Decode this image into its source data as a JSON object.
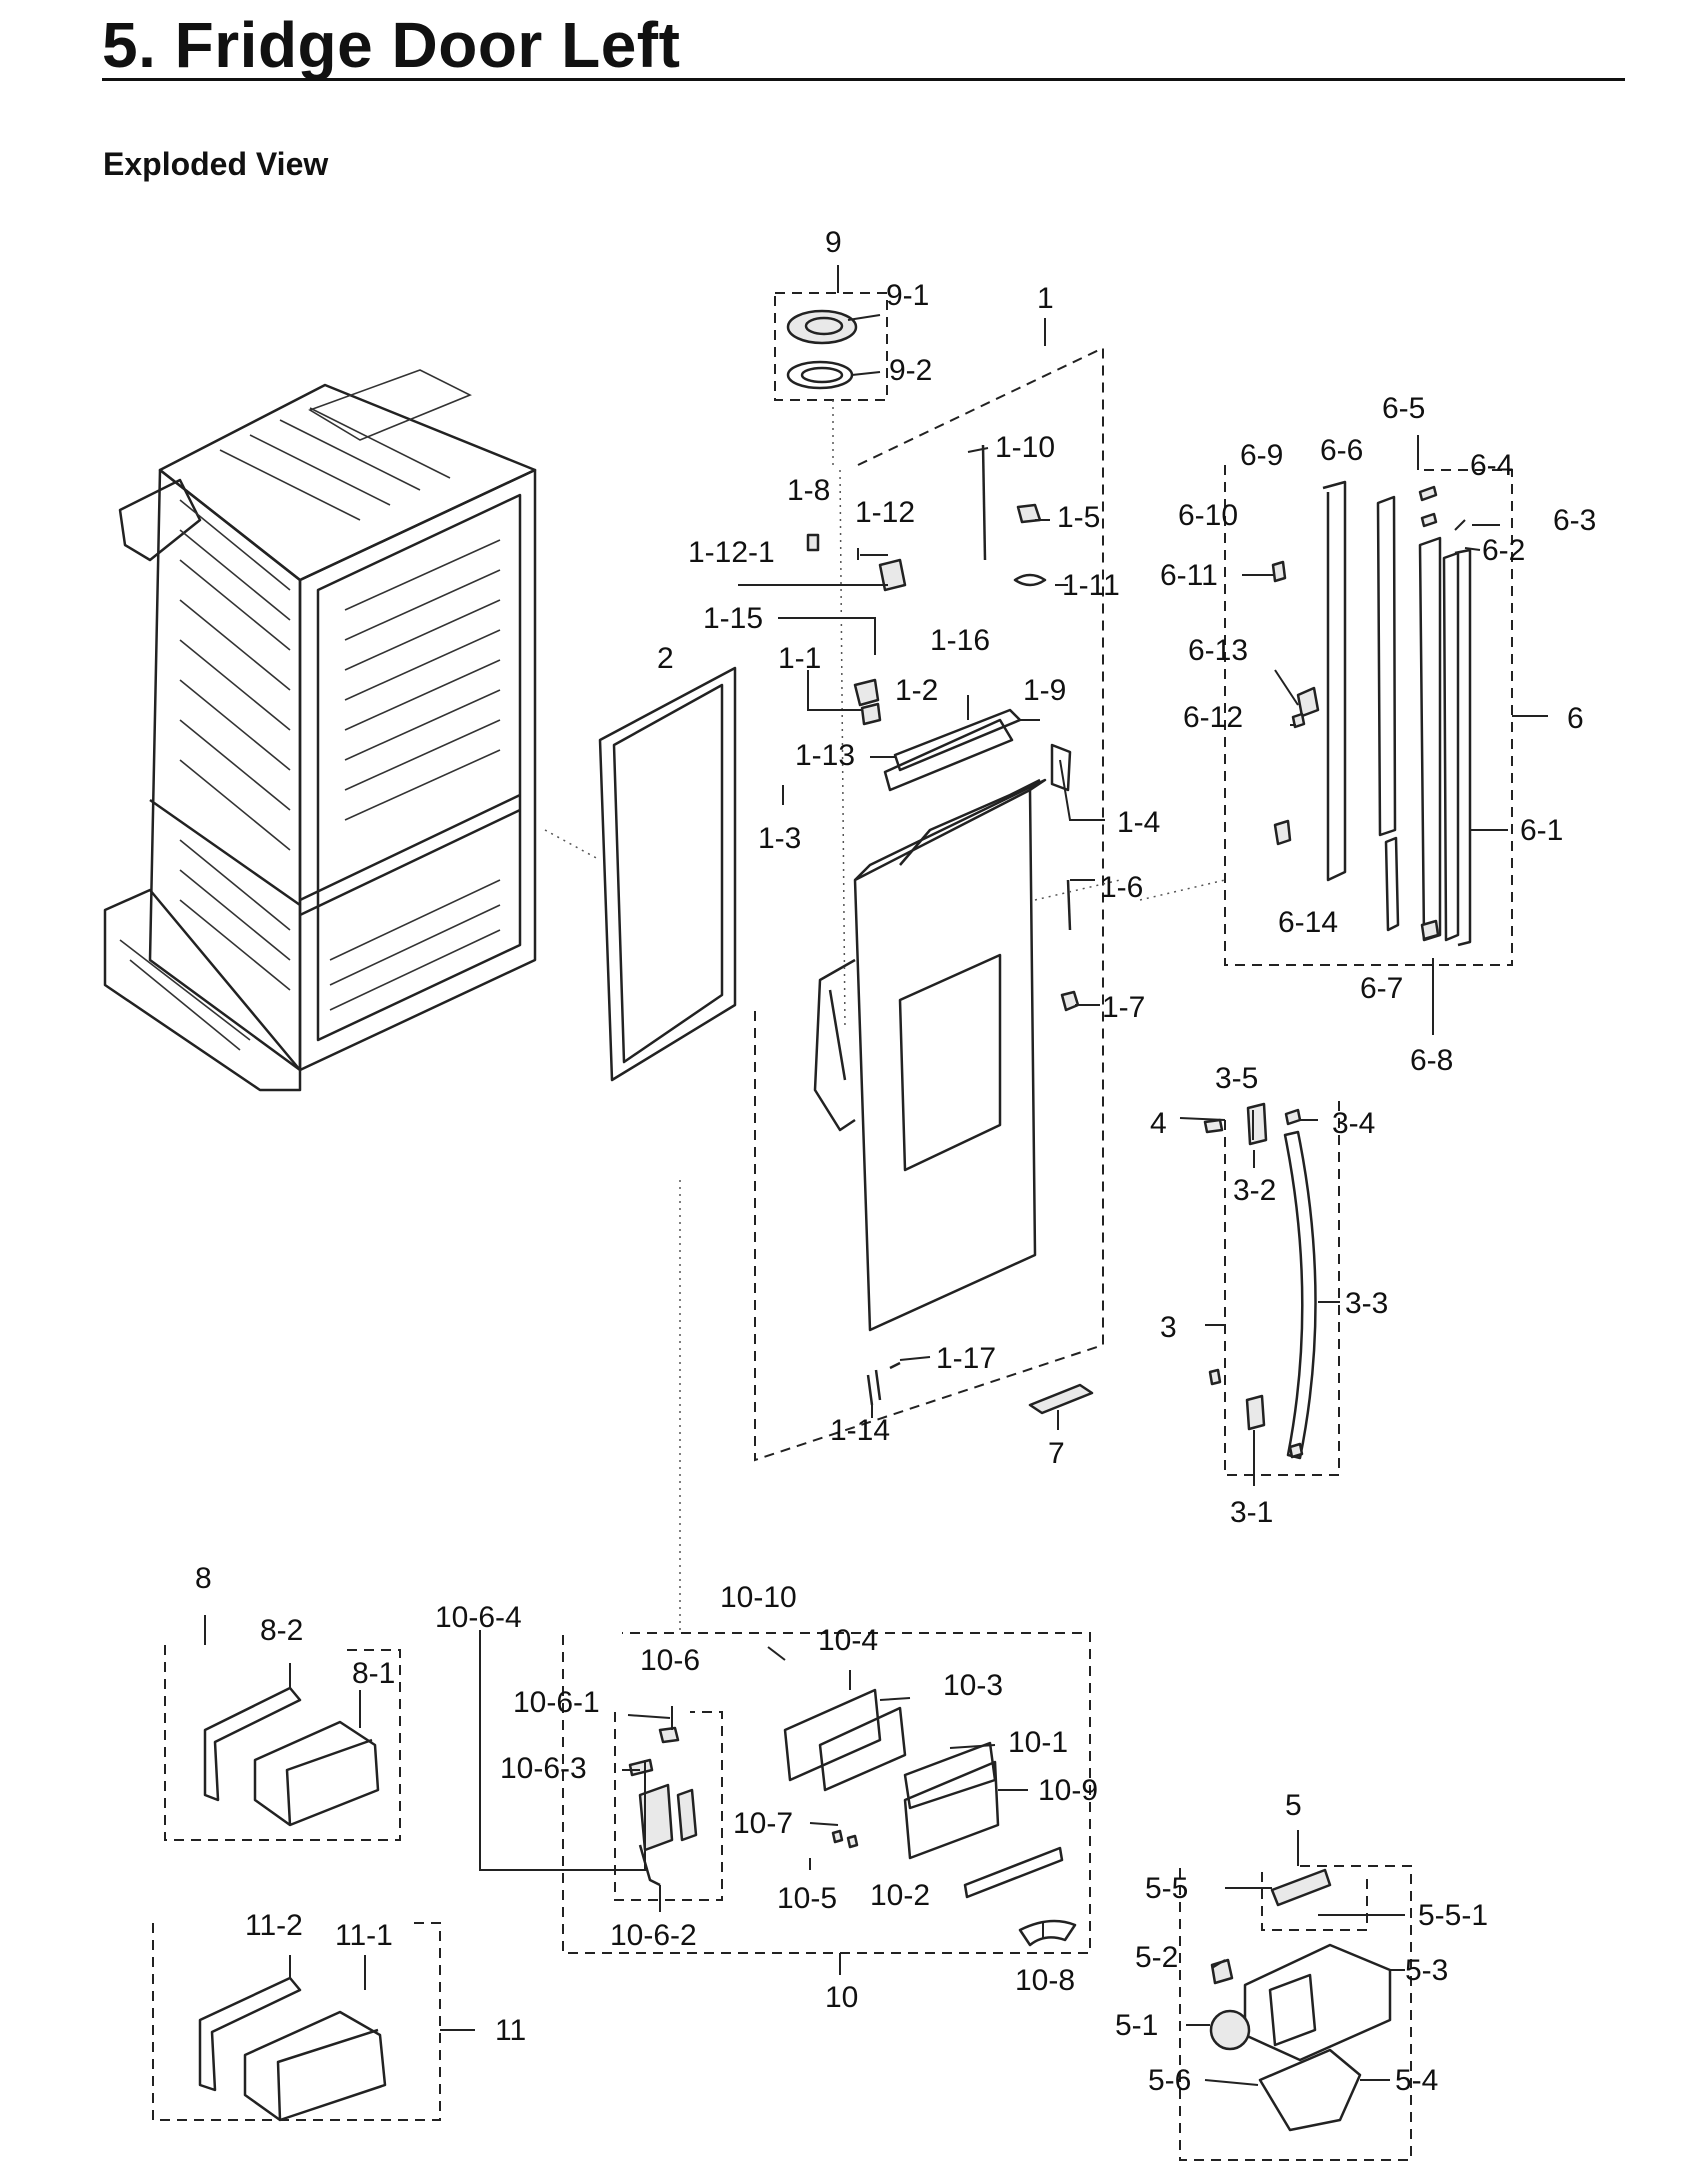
{
  "page": {
    "title": "5.  Fridge Door Left",
    "subtitle": "Exploded View"
  },
  "callouts": {
    "c9": "9",
    "c9_1": "9-1",
    "c9_2": "9-2",
    "c1": "1",
    "c1_1": "1-1",
    "c1_2": "1-2",
    "c1_3": "1-3",
    "c1_4": "1-4",
    "c1_5": "1-5",
    "c1_6": "1-6",
    "c1_7": "1-7",
    "c1_8": "1-8",
    "c1_9": "1-9",
    "c1_10": "1-10",
    "c1_11": "1-11",
    "c1_12": "1-12",
    "c1_12_1": "1-12-1",
    "c1_13": "1-13",
    "c1_14": "1-14",
    "c1_15": "1-15",
    "c1_16": "1-16",
    "c1_17": "1-17",
    "c2": "2",
    "c3": "3",
    "c3_1": "3-1",
    "c3_2": "3-2",
    "c3_3": "3-3",
    "c3_4": "3-4",
    "c3_5": "3-5",
    "c4": "4",
    "c5": "5",
    "c5_1": "5-1",
    "c5_2": "5-2",
    "c5_3": "5-3",
    "c5_4": "5-4",
    "c5_5": "5-5",
    "c5_5_1": "5-5-1",
    "c5_6": "5-6",
    "c6": "6",
    "c6_1": "6-1",
    "c6_2": "6-2",
    "c6_3": "6-3",
    "c6_4": "6-4",
    "c6_5": "6-5",
    "c6_6": "6-6",
    "c6_7": "6-7",
    "c6_8": "6-8",
    "c6_9": "6-9",
    "c6_10": "6-10",
    "c6_11": "6-11",
    "c6_12": "6-12",
    "c6_13": "6-13",
    "c6_14": "6-14",
    "c7": "7",
    "c8": "8",
    "c8_1": "8-1",
    "c8_2": "8-2",
    "c10": "10",
    "c10_1": "10-1",
    "c10_2": "10-2",
    "c10_3": "10-3",
    "c10_4": "10-4",
    "c10_5": "10-5",
    "c10_6": "10-6",
    "c10_6_1": "10-6-1",
    "c10_6_2": "10-6-2",
    "c10_6_3": "10-6-3",
    "c10_6_4": "10-6-4",
    "c10_7": "10-7",
    "c10_8": "10-8",
    "c10_9": "10-9",
    "c10_10": "10-10",
    "c11": "11",
    "c11_1": "11-1",
    "c11_2": "11-2"
  }
}
